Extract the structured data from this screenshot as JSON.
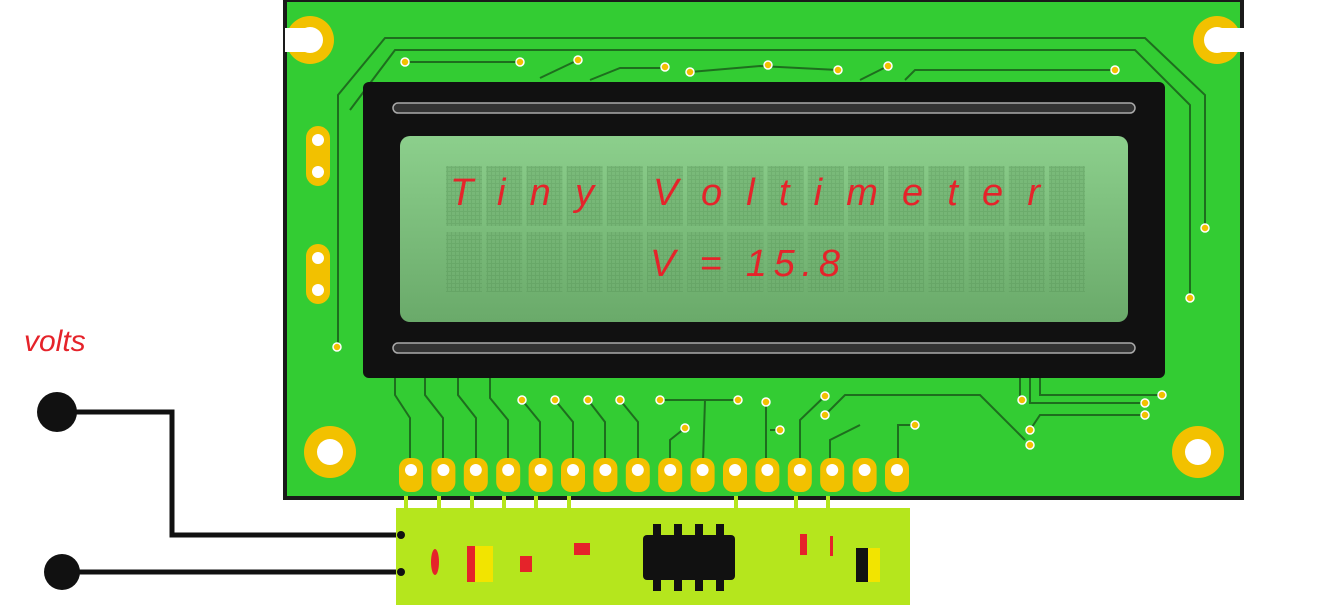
{
  "label": "volts",
  "lcd": {
    "line1": "Tiny Voltimeter",
    "line2": "V = 15.8"
  },
  "colors": {
    "pcb": "#33cc33",
    "pcb_edge": "#1a1a1a",
    "trace": "#1e6e1e",
    "gold": "#f2c100",
    "screen": "#7cc47c",
    "text": "#e5232a",
    "module": "#b5e61d"
  }
}
